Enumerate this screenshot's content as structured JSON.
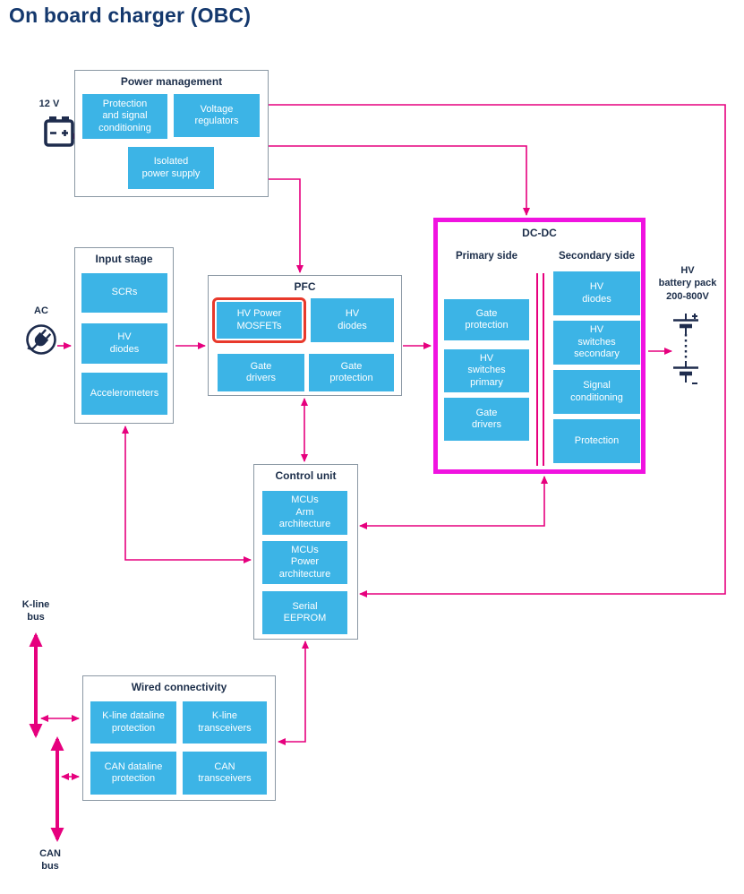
{
  "title": "On board charger (OBC)",
  "colors": {
    "chip_blue": "#3cb4e6",
    "wire_pink": "#e6007e",
    "dcdc_highlight_magenta": "#f013e0",
    "mosfet_highlight_red": "#e8392b",
    "heading_navy": "#14386d",
    "text_navy": "#1c2e4a",
    "block_border_gray": "#8b98a4"
  },
  "blocks": {
    "power_management": {
      "title": "Power management",
      "items": [
        "Protection\nand signal\nconditioning",
        "Voltage\nregulators",
        "Isolated\npower supply"
      ]
    },
    "input_stage": {
      "title": "Input stage",
      "items": [
        "SCRs",
        "HV\ndiodes",
        "Accelerometers"
      ]
    },
    "pfc": {
      "title": "PFC",
      "items": [
        "HV Power\nMOSFETs",
        "HV\ndiodes",
        "Gate\ndrivers",
        "Gate\nprotection"
      ]
    },
    "dcdc": {
      "title": "DC-DC",
      "primary_label": "Primary side",
      "secondary_label": "Secondary side",
      "primary_items": [
        "Gate\nprotection",
        "HV\nswitches\nprimary",
        "Gate\ndrivers"
      ],
      "secondary_items": [
        "HV\ndiodes",
        "HV\nswitches\nsecondary",
        "Signal\nconditioning",
        "Protection"
      ]
    },
    "control_unit": {
      "title": "Control unit",
      "items": [
        "MCUs\nArm\narchitecture",
        "MCUs\nPower\narchitecture",
        "Serial\nEEPROM"
      ]
    },
    "wired_connectivity": {
      "title": "Wired connectivity",
      "items": [
        "K-line dataline\nprotection",
        "K-line\ntransceivers",
        "CAN dataline\nprotection",
        "CAN\ntransceivers"
      ]
    }
  },
  "labels": {
    "dc_source": "12 V",
    "ac_source": "AC",
    "hv_battery": "HV\nbattery pack\n200-800V",
    "kline_bus": "K-line\nbus",
    "can_bus": "CAN\nbus"
  }
}
